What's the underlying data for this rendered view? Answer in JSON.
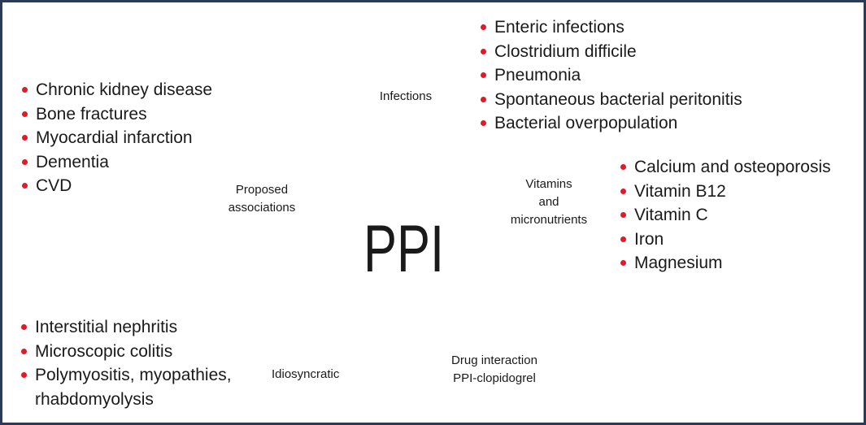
{
  "center": {
    "title": "PPI"
  },
  "colors": {
    "border": "#2c3a55",
    "bullet": "#e01b28",
    "text": "#1a1a1a",
    "background": "#ffffff"
  },
  "groups": {
    "proposed": {
      "label_lines": [
        "Proposed",
        "associations"
      ],
      "items": [
        "Chronic kidney disease",
        "Bone fractures",
        "Myocardial infarction",
        "Dementia",
        "CVD"
      ]
    },
    "infections": {
      "label_lines": [
        "Infections"
      ],
      "items": [
        "Enteric infections",
        "Clostridium difficile",
        "Pneumonia",
        "Spontaneous bacterial peritonitis",
        "Bacterial overpopulation"
      ]
    },
    "vitamins": {
      "label_lines": [
        "Vitamins",
        "and",
        "micronutrients"
      ],
      "items": [
        "Calcium and osteoporosis",
        "Vitamin B12",
        "Vitamin C",
        "Iron",
        "Magnesium"
      ]
    },
    "idiosyncratic": {
      "label_lines": [
        "Idiosyncratic"
      ],
      "items": [
        "Interstitial nephritis",
        "Microscopic colitis",
        "Polymyositis, myopathies, rhabdomyolysis"
      ]
    },
    "drug_interaction": {
      "label_lines": [
        "Drug interaction",
        "PPI-clopidogrel"
      ]
    }
  }
}
